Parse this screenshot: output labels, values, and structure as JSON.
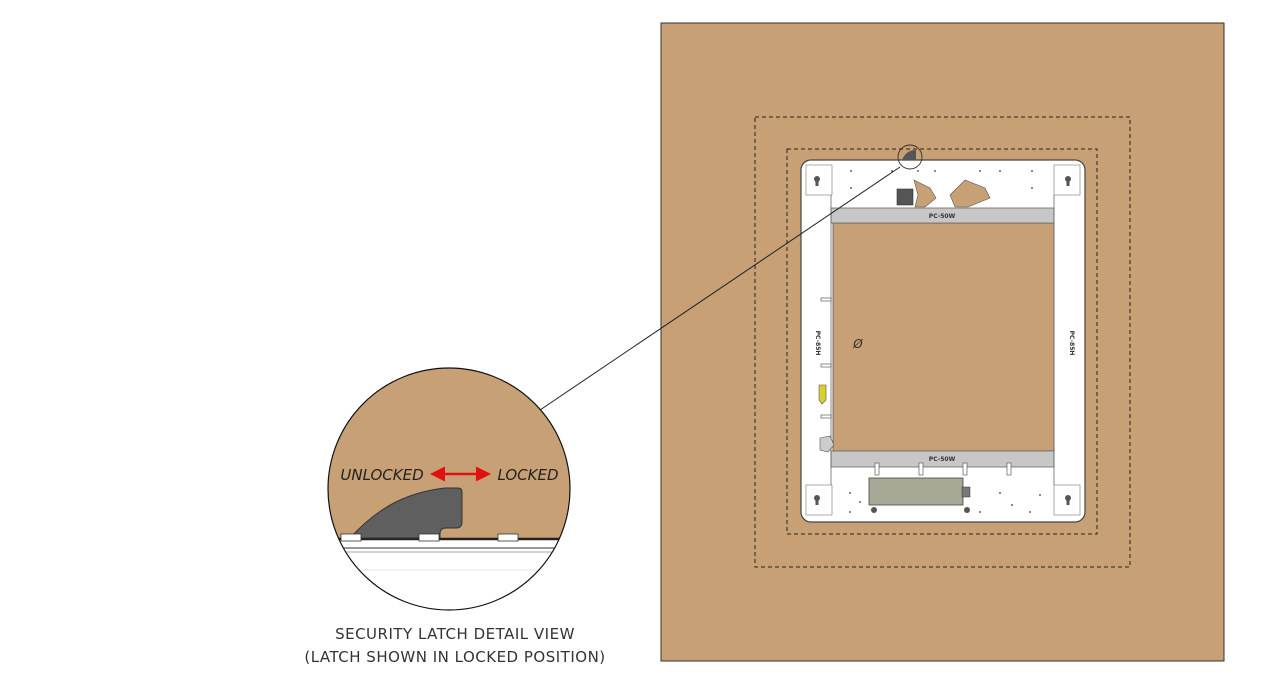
{
  "detail": {
    "unlocked_label": "UNLOCKED",
    "locked_label": "LOCKED"
  },
  "caption": {
    "line1": "SECURITY LATCH DETAIL VIEW",
    "line2": "(LATCH SHOWN IN LOCKED POSITION)"
  },
  "frame": {
    "top_label": "PC-50W",
    "bottom_label": "PC-50W",
    "left_label": "PC-85H",
    "right_label": "PC-85H",
    "symbol": "Ø"
  },
  "colors": {
    "board": "#c8a075",
    "latch": "#5f5f5f",
    "arrow": "#e01010",
    "frame": "#ffffff"
  }
}
